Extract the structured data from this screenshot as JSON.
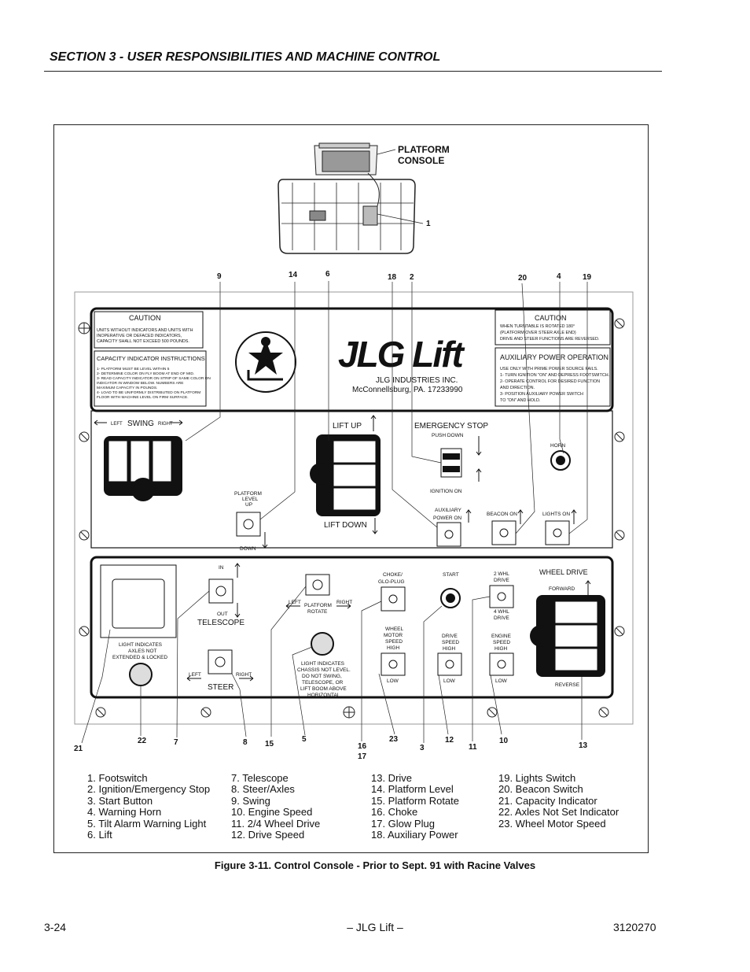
{
  "header": {
    "section_title": "SECTION 3 - USER RESPONSIBILITIES AND MACHINE CONTROL"
  },
  "figure": {
    "caption": "Figure 3-11.  Control Console - Prior to Sept. 91 with Racine Valves",
    "platform_console_label": [
      "PLATFORM",
      "CONSOLE"
    ],
    "callouts_top": [
      "9",
      "14",
      "6",
      "18",
      "2",
      "20",
      "4",
      "19"
    ],
    "callouts_bottom": [
      "21",
      "22",
      "7",
      "8",
      "15",
      "5",
      "16",
      "17",
      "23",
      "3",
      "12",
      "11",
      "10",
      "13"
    ],
    "callout_1": "1",
    "panel": {
      "caution_left_title": "CAUTION",
      "caution_left_text": [
        "UNITS WITHOUT INDICATORS AND UNITS WITH",
        "INOPERATIVE OR DEFACED INDICATORS,",
        "CAPACITY SHALL NOT EXCEED 500 POUNDS."
      ],
      "capacity_title": "CAPACITY INDICATOR INSTRUCTIONS",
      "capacity_text": [
        "1- PLATFORM MUST BE LEVEL WITHIN 5",
        "2- DETERMINE COLOR ON FLY BOOM AT END OF MID.",
        "3- READ CAPACITY INDICATOR ON STRIP OF SAME COLOR ON",
        "    INDICATOR IN WINDOW BELOW. NUMBERS ARE",
        "    MAXIMUM CAPACITY IN POUNDS.",
        "4- LOAD TO BE UNIFORMLY DISTRIBUTED ON PLATFORM",
        "    FLOOR WITH MACHINE LEVEL ON FIRM SURFACE."
      ],
      "brand": "JLG Lift",
      "company": "JLG INDUSTRIES INC.",
      "address": "McConnellsburg, PA. 17233990",
      "caution_right_title": "CAUTION",
      "caution_right_text": [
        "WHEN TURNTABLE IS ROTATED 180°",
        "(PLATFORM OVER STEER AXLE END)",
        "DRIVE AND STEER FUNCTIONS ARE REVERSED."
      ],
      "aux_title": "AUXILIARY POWER OPERATION",
      "aux_text": [
        "USE ONLY WITH PRIME POWER SOURCE FAILS.",
        "1- TURN IGNITION \"ON\" AND DEPRESS FOOTSWITCH.",
        "2- OPERATE CONTROL FOR DESIRED FUNCTION",
        "    AND DIRECTION.",
        "3- POSITION AUXILIARY POWER SWITCH",
        "    TO \"ON\" AND HOLD."
      ],
      "swing": "SWING",
      "left": "LEFT",
      "right": "RIGHT",
      "platform_level": [
        "PLATFORM",
        "LEVEL",
        "UP"
      ],
      "down": "DOWN",
      "lift_up": "LIFT UP",
      "lift_down": "LIFT DOWN",
      "emergency_stop": "EMERGENCY STOP",
      "push_down": "PUSH DOWN",
      "ignition_on": "IGNITION ON",
      "aux_power_on": [
        "AUXILIARY",
        "POWER ON"
      ],
      "horn": "HORN",
      "beacon_on": "BEACON ON",
      "lights_on": "LIGHTS ON",
      "in": "IN",
      "out": "OUT",
      "telescope": "TELESCOPE",
      "platform_rotate": [
        "PLATFORM",
        "ROTATE"
      ],
      "light_axles": [
        "LIGHT INDICATES",
        "AXLES NOT",
        "EXTENDED & LOCKED"
      ],
      "light_chassis": [
        "LIGHT INDICATES",
        "CHASSIS NOT LEVEL.",
        "DO NOT SWING,",
        "TELESCOPE, OR",
        "LIFT BOOM ABOVE",
        "HORIZONTAL"
      ],
      "steer": "STEER",
      "choke": [
        "CHOKE/",
        "GLO-PLUG"
      ],
      "start": "START",
      "two_whl": [
        "2 WHL",
        "DRIVE"
      ],
      "four_whl": [
        "4 WHL",
        "DRIVE"
      ],
      "wheel_drive": "WHEEL DRIVE",
      "forward": "FORWARD",
      "reverse": "REVERSE",
      "wheel_motor": [
        "WHEEL",
        "MOTOR",
        "SPEED",
        "HIGH"
      ],
      "drive_speed": [
        "DRIVE",
        "SPEED",
        "HIGH"
      ],
      "engine_speed": [
        "ENGINE",
        "SPEED",
        "HIGH"
      ],
      "low": "LOW"
    },
    "legend": [
      [
        "1.   Footswitch",
        "2.   Ignition/Emergency Stop",
        "3.   Start Button",
        "4.   Warning Horn",
        "5.   Tilt Alarm Warning Light",
        "6.   Lift"
      ],
      [
        "7.   Telescope",
        "8.   Steer/Axles",
        "9.   Swing",
        "10. Engine Speed",
        "11. 2/4 Wheel Drive",
        "12. Drive Speed"
      ],
      [
        "13. Drive",
        "14. Platform Level",
        "15. Platform Rotate",
        "16. Choke",
        "17. Glow Plug",
        "18. Auxiliary Power"
      ],
      [
        "19. Lights Switch",
        "20. Beacon Switch",
        "21. Capacity Indicator",
        "22. Axles Not Set Indicator",
        "23. Wheel Motor Speed"
      ]
    ]
  },
  "footer": {
    "left": "3-24",
    "center": "– JLG Lift –",
    "right": "3120270"
  }
}
